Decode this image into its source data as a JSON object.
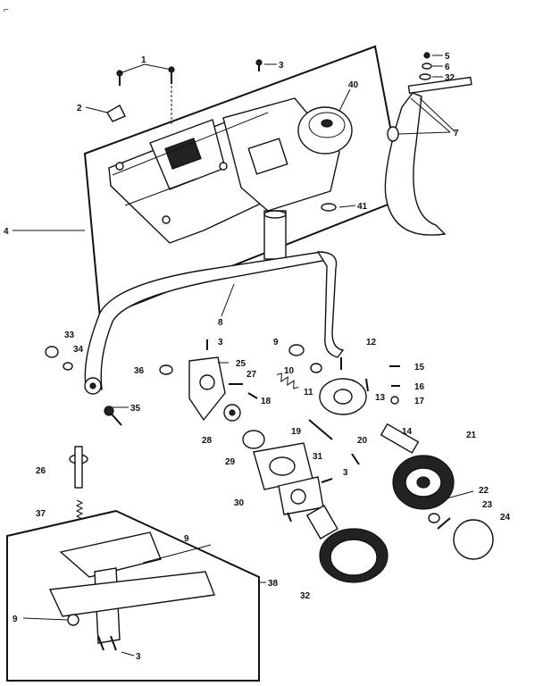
{
  "diagram": {
    "corner_mark": "⌐",
    "callouts": [
      {
        "id": "c1",
        "text": "1"
      },
      {
        "id": "c2",
        "text": "2"
      },
      {
        "id": "c3a",
        "text": "3"
      },
      {
        "id": "c4",
        "text": "4"
      },
      {
        "id": "c5",
        "text": "5"
      },
      {
        "id": "c6",
        "text": "6"
      },
      {
        "id": "c32a",
        "text": "32"
      },
      {
        "id": "c7",
        "text": "7"
      },
      {
        "id": "c40",
        "text": "40"
      },
      {
        "id": "c41",
        "text": "41"
      },
      {
        "id": "c8",
        "text": "8"
      },
      {
        "id": "c33",
        "text": "33"
      },
      {
        "id": "c34",
        "text": "34"
      },
      {
        "id": "c3b",
        "text": "3"
      },
      {
        "id": "c9a",
        "text": "9"
      },
      {
        "id": "c12",
        "text": "12"
      },
      {
        "id": "c36",
        "text": "36"
      },
      {
        "id": "c25",
        "text": "25"
      },
      {
        "id": "c27",
        "text": "27"
      },
      {
        "id": "c10",
        "text": "10"
      },
      {
        "id": "c15",
        "text": "15"
      },
      {
        "id": "c16",
        "text": "16"
      },
      {
        "id": "c17",
        "text": "17"
      },
      {
        "id": "c11",
        "text": "11"
      },
      {
        "id": "c13",
        "text": "13"
      },
      {
        "id": "c18",
        "text": "18"
      },
      {
        "id": "c35",
        "text": "35"
      },
      {
        "id": "c28",
        "text": "28"
      },
      {
        "id": "c19",
        "text": "19"
      },
      {
        "id": "c14",
        "text": "14"
      },
      {
        "id": "c20",
        "text": "20"
      },
      {
        "id": "c21",
        "text": "21"
      },
      {
        "id": "c29",
        "text": "29"
      },
      {
        "id": "c31",
        "text": "31"
      },
      {
        "id": "c3c",
        "text": "3"
      },
      {
        "id": "c30",
        "text": "30"
      },
      {
        "id": "c26",
        "text": "26"
      },
      {
        "id": "c22",
        "text": "22"
      },
      {
        "id": "c23",
        "text": "23"
      },
      {
        "id": "c24",
        "text": "24"
      },
      {
        "id": "c37",
        "text": "37"
      },
      {
        "id": "c9b",
        "text": "9"
      },
      {
        "id": "c38",
        "text": "38"
      },
      {
        "id": "c32b",
        "text": "32"
      },
      {
        "id": "c9c",
        "text": "9"
      },
      {
        "id": "c3d",
        "text": "3"
      }
    ]
  }
}
